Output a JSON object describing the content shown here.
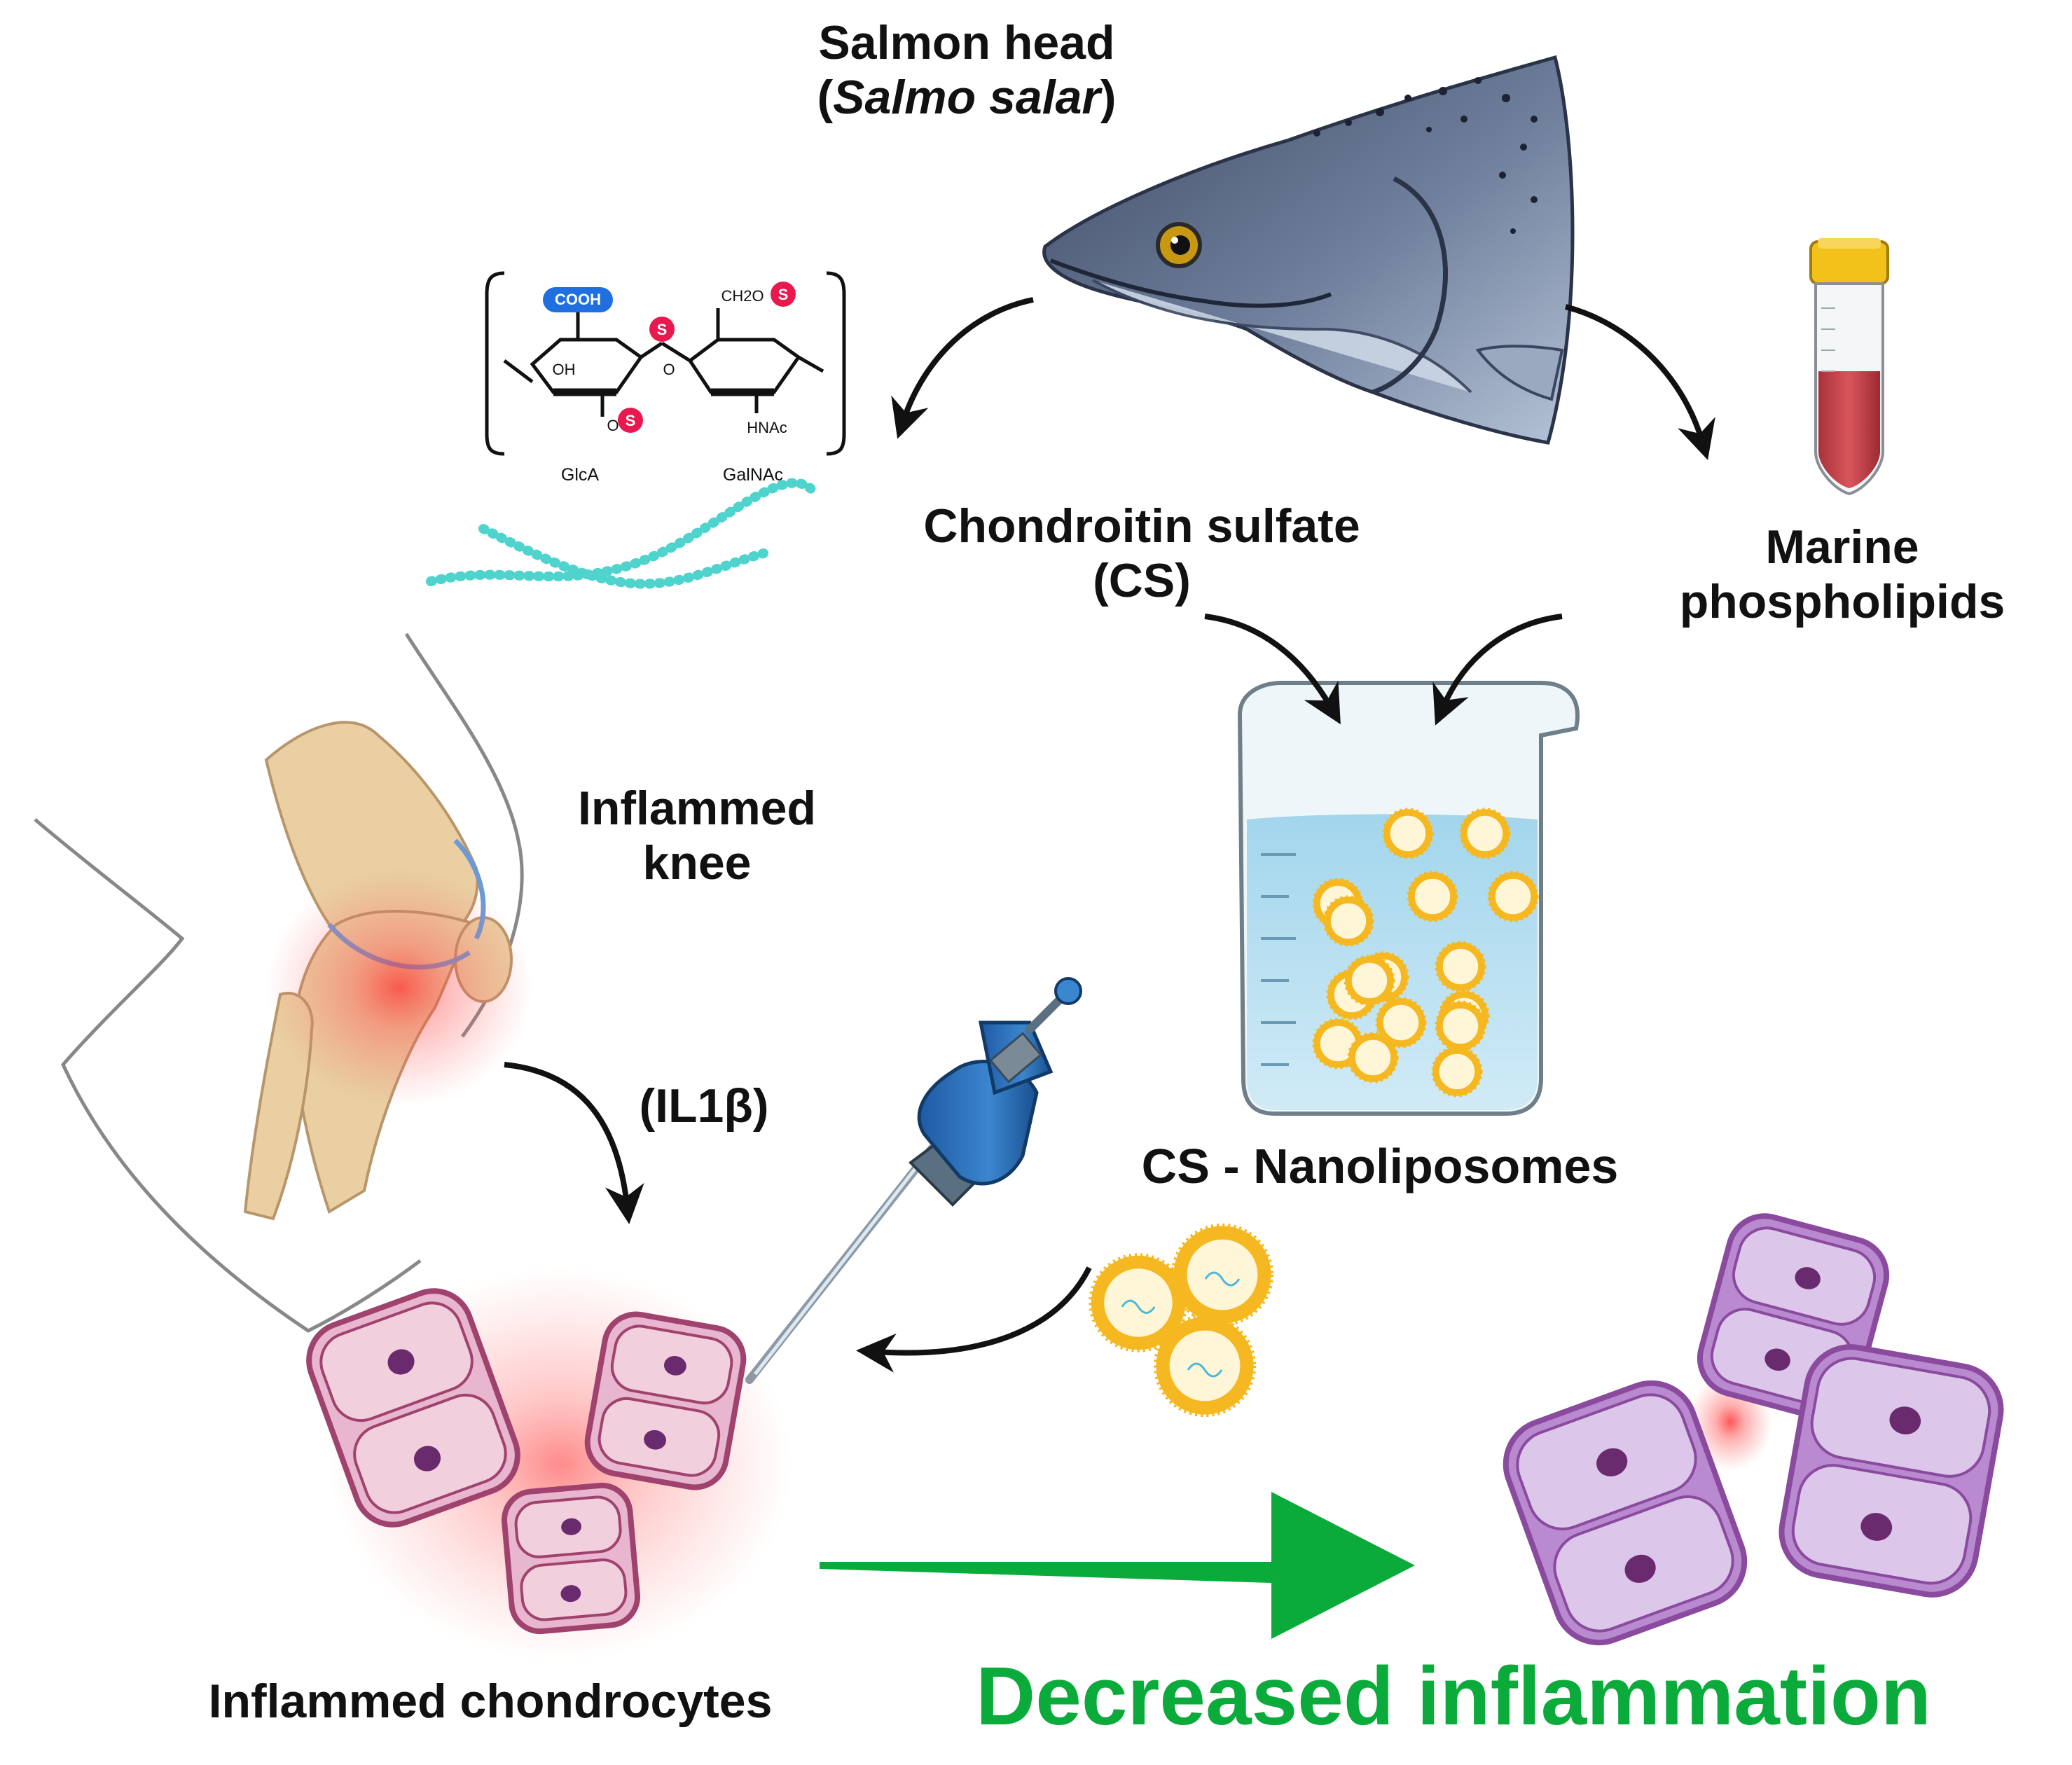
{
  "labels": {
    "salmon_line1": "Salmon head",
    "salmon_open": "(",
    "salmon_species": "Salmo salar",
    "salmon_close": ")",
    "cs_line1": "Chondroitin sulfate",
    "cs_line2": "(CS)",
    "marine_line1": "Marine",
    "marine_line2": "phospholipids",
    "knee_line1": "Inflammed",
    "knee_line2": "knee",
    "il": "(IL1β)",
    "nano": "CS - Nanoliposomes",
    "chondro": "Inflammed chondrocytes",
    "decreased": "Decreased inflammation"
  },
  "structure": {
    "cooh": "COOH",
    "ch2o": "CH2O",
    "oh": "OH",
    "o": "O",
    "s": "S",
    "hnac": "HNAc",
    "glca": "GlcA",
    "galnac": "GalNAc"
  },
  "colors": {
    "arrow": "#111111",
    "green_arrow": "#0aab3a",
    "decreased_text": "#0aab3a",
    "sulfate": "#e8194f",
    "cooh_bg": "#1f6fe0",
    "cell_border": "#8a4a9e",
    "cell_fill": "#d9c2e6",
    "inflammation": "#ff2a2a",
    "liposome": "#f5b820"
  },
  "icons": [
    "salmon-head-icon",
    "falcon-tube-icon",
    "beaker-icon",
    "pipette-icon",
    "knee-joint-icon",
    "chondrocyte-icon",
    "liposome-icon",
    "polymer-chain-icon"
  ]
}
